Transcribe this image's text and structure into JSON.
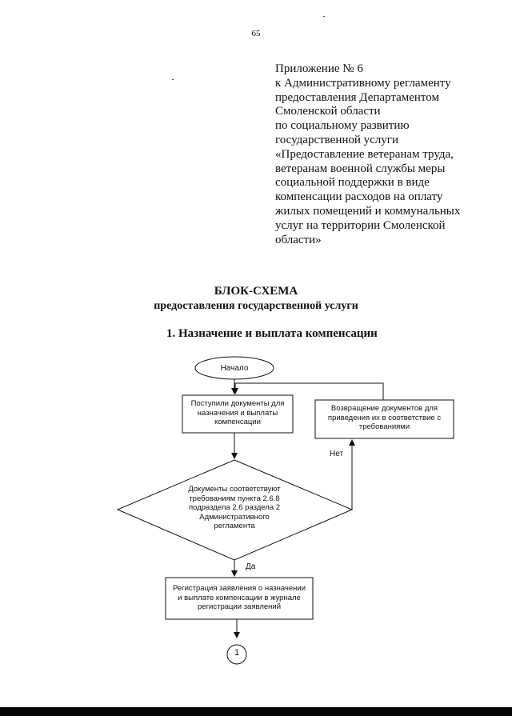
{
  "page": {
    "number": "65"
  },
  "appendix": {
    "lines": [
      "Приложение № 6",
      "к Административному регламенту",
      "предоставления Департаментом",
      "Смоленской области",
      "по социальному развитию",
      "государственной услуги",
      "«Предоставление ветеранам труда,",
      "ветеранам военной службы меры",
      "социальной поддержки в виде",
      "компенсации расходов на оплату",
      "жилых помещений и коммунальных",
      "услуг на территории Смоленской",
      "области»"
    ]
  },
  "scheme": {
    "title": "БЛОК-СХЕМА",
    "subtitle": "предоставления государственной услуги",
    "section_heading": "1.  Назначение и выплата компенсации"
  },
  "flowchart": {
    "start": "Начало",
    "received_docs": [
      "Поступили документы для",
      "назначения и выплаты",
      "компенсации"
    ],
    "return_docs": [
      "Возвращение документов для",
      "приведения их в соответствие с",
      "требованиями"
    ],
    "decision": [
      "Документы соответствуют",
      "требованиям пункта 2.6.8",
      "подраздела 2.6 раздела 2",
      "Административного",
      "регламента"
    ],
    "no_label": "Нет",
    "yes_label": "Да",
    "registration": [
      "Регистрация заявления о назначении",
      "и выплате компенсации в журнале",
      "регистрации заявлений"
    ],
    "connector": "1"
  }
}
